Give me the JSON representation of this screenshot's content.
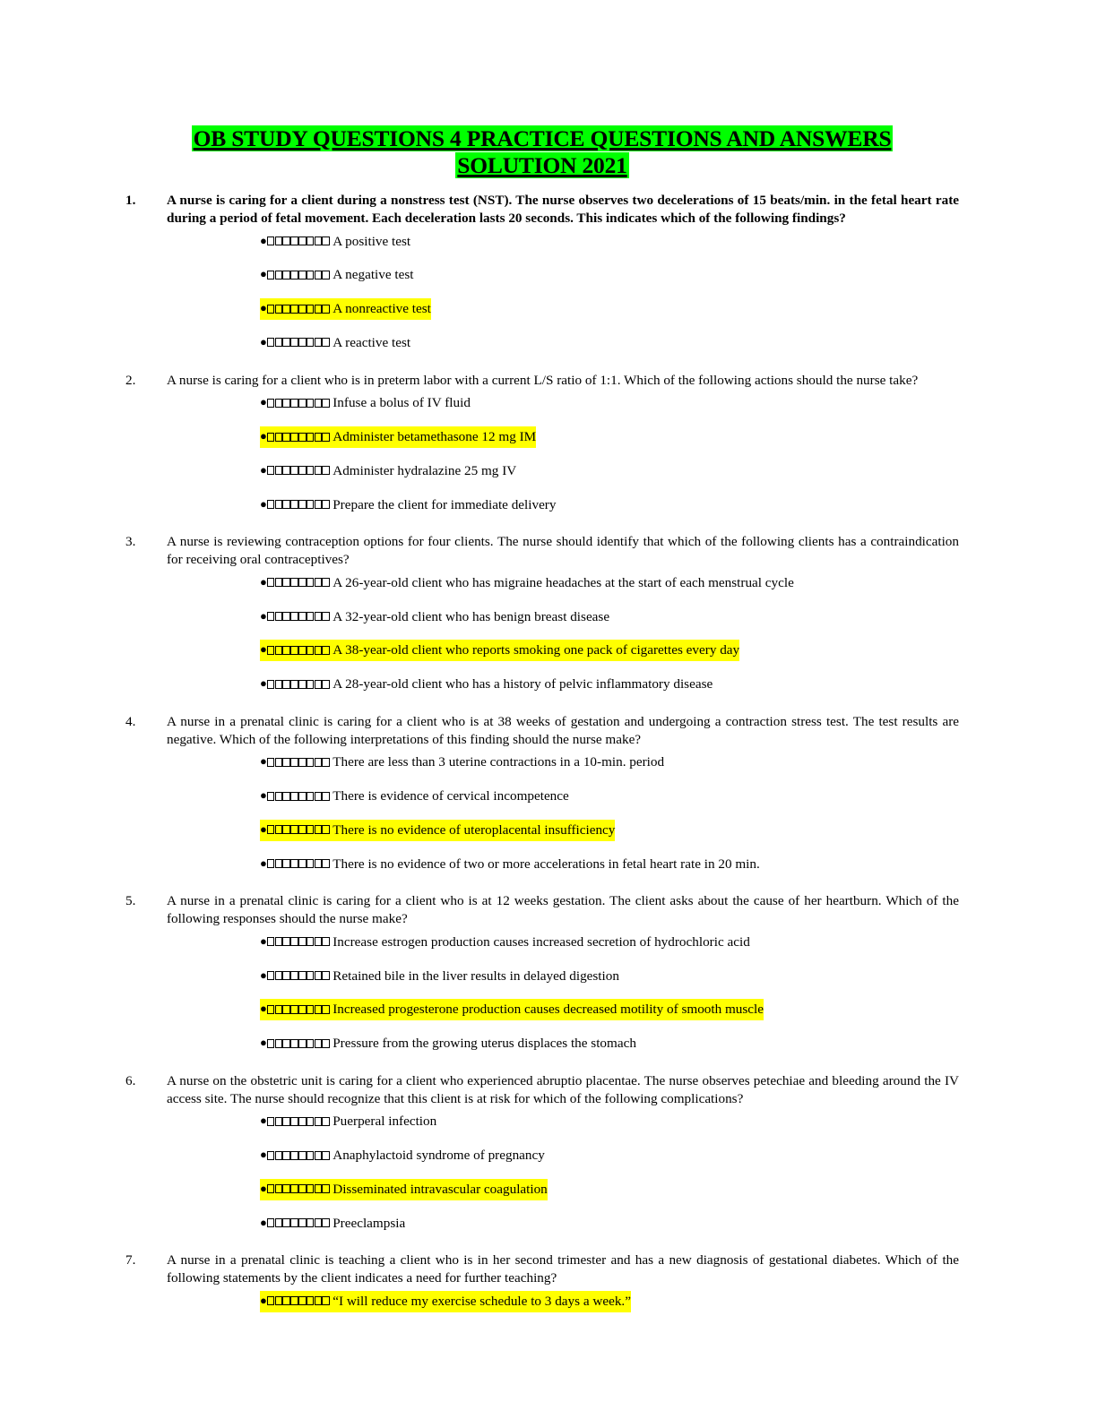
{
  "document": {
    "title_lines": [
      "OB STUDY QUESTIONS 4 PRACTICE QUESTIONS AND ANSWERS",
      "SOLUTION 2021"
    ],
    "title_highlight_color": "#00ff00",
    "answer_highlight_color": "#ffff00",
    "text_color": "#000000",
    "background_color": "#ffffff"
  },
  "questions": [
    {
      "number": "1.",
      "bold": true,
      "text": "A nurse is caring for a client during a nonstress test (NST). The nurse observes two decelerations of 15 beats/min. in the fetal heart rate during a period of fetal movement. Each deceleration lasts 20 seconds. This indicates which of the following findings?",
      "options": [
        {
          "text": "A positive test",
          "highlighted": false
        },
        {
          "text": "A negative test",
          "highlighted": false
        },
        {
          "text": "A nonreactive test",
          "highlighted": true
        },
        {
          "text": "A reactive test",
          "highlighted": false
        }
      ]
    },
    {
      "number": "2.",
      "bold": false,
      "text": "A nurse is caring for a client who is in preterm labor with a current L/S ratio of 1:1. Which of the following actions should the nurse take?",
      "options": [
        {
          "text": "Infuse a bolus of IV fluid",
          "highlighted": false
        },
        {
          "text": "Administer betamethasone 12 mg IM",
          "highlighted": true
        },
        {
          "text": "Administer hydralazine 25 mg IV",
          "highlighted": false
        },
        {
          "text": "Prepare the client for immediate delivery",
          "highlighted": false
        }
      ]
    },
    {
      "number": "3.",
      "bold": false,
      "text": "A nurse is reviewing contraception options for four clients. The nurse should identify that which of the following clients has a contraindication for receiving oral contraceptives?",
      "options": [
        {
          "text": "A 26-year-old client who has migraine headaches at the start of each menstrual cycle",
          "highlighted": false
        },
        {
          "text": "A 32-year-old client who has benign breast disease",
          "highlighted": false
        },
        {
          "text": "A 38-year-old client who reports smoking one pack of cigarettes every day",
          "highlighted": true
        },
        {
          "text": "A 28-year-old client who has a history of pelvic inflammatory disease",
          "highlighted": false
        }
      ]
    },
    {
      "number": "4.",
      "bold": false,
      "text": "A nurse in a prenatal clinic is caring for a client who is at 38 weeks of gestation and undergoing a contraction stress test. The test results are negative. Which of the following interpretations of this finding should the nurse make?",
      "options": [
        {
          "text": "There are less than 3 uterine contractions in a 10-min. period",
          "highlighted": false
        },
        {
          "text": "There is evidence of cervical incompetence",
          "highlighted": false
        },
        {
          "text": "There is no evidence of uteroplacental insufficiency",
          "highlighted": true
        },
        {
          "text": "There is no evidence of two or more accelerations in fetal heart rate in 20 min.",
          "highlighted": false
        }
      ]
    },
    {
      "number": "5.",
      "bold": false,
      "text": "A nurse in a prenatal clinic is caring for a client who is at 12 weeks gestation. The client asks about the cause of her heartburn. Which of the following responses should the nurse make?",
      "options": [
        {
          "text": "Increase estrogen production causes increased secretion of hydrochloric acid",
          "highlighted": false
        },
        {
          "text": "Retained bile in the liver results in delayed digestion",
          "highlighted": false
        },
        {
          "text": "Increased progesterone production causes decreased motility of smooth muscle",
          "highlighted": true
        },
        {
          "text": "Pressure from the growing uterus displaces the stomach",
          "highlighted": false
        }
      ]
    },
    {
      "number": "6.",
      "bold": false,
      "text": "A nurse on the obstetric unit is caring for a client who experienced abruptio placentae. The nurse observes petechiae and bleeding around the IV access site. The nurse should recognize that this client is at risk for which of the following complications?",
      "options": [
        {
          "text": "Puerperal infection",
          "highlighted": false
        },
        {
          "text": "Anaphylactoid syndrome of pregnancy",
          "highlighted": false
        },
        {
          "text": "Disseminated intravascular coagulation",
          "highlighted": true
        },
        {
          "text": "Preeclampsia",
          "highlighted": false
        }
      ]
    },
    {
      "number": "7.",
      "bold": false,
      "text": "A nurse in a prenatal clinic is teaching a client who is in her second trimester and has a new diagnosis of gestational diabetes. Which of the following statements by the client indicates a need for further teaching?",
      "options": [
        {
          "text": "“I will reduce my exercise schedule to 3 days a week.”",
          "highlighted": true
        }
      ]
    }
  ],
  "bullet": {
    "glyph": "●",
    "tofu_count": 8,
    "name": "bullet-with-tofu-boxes"
  }
}
